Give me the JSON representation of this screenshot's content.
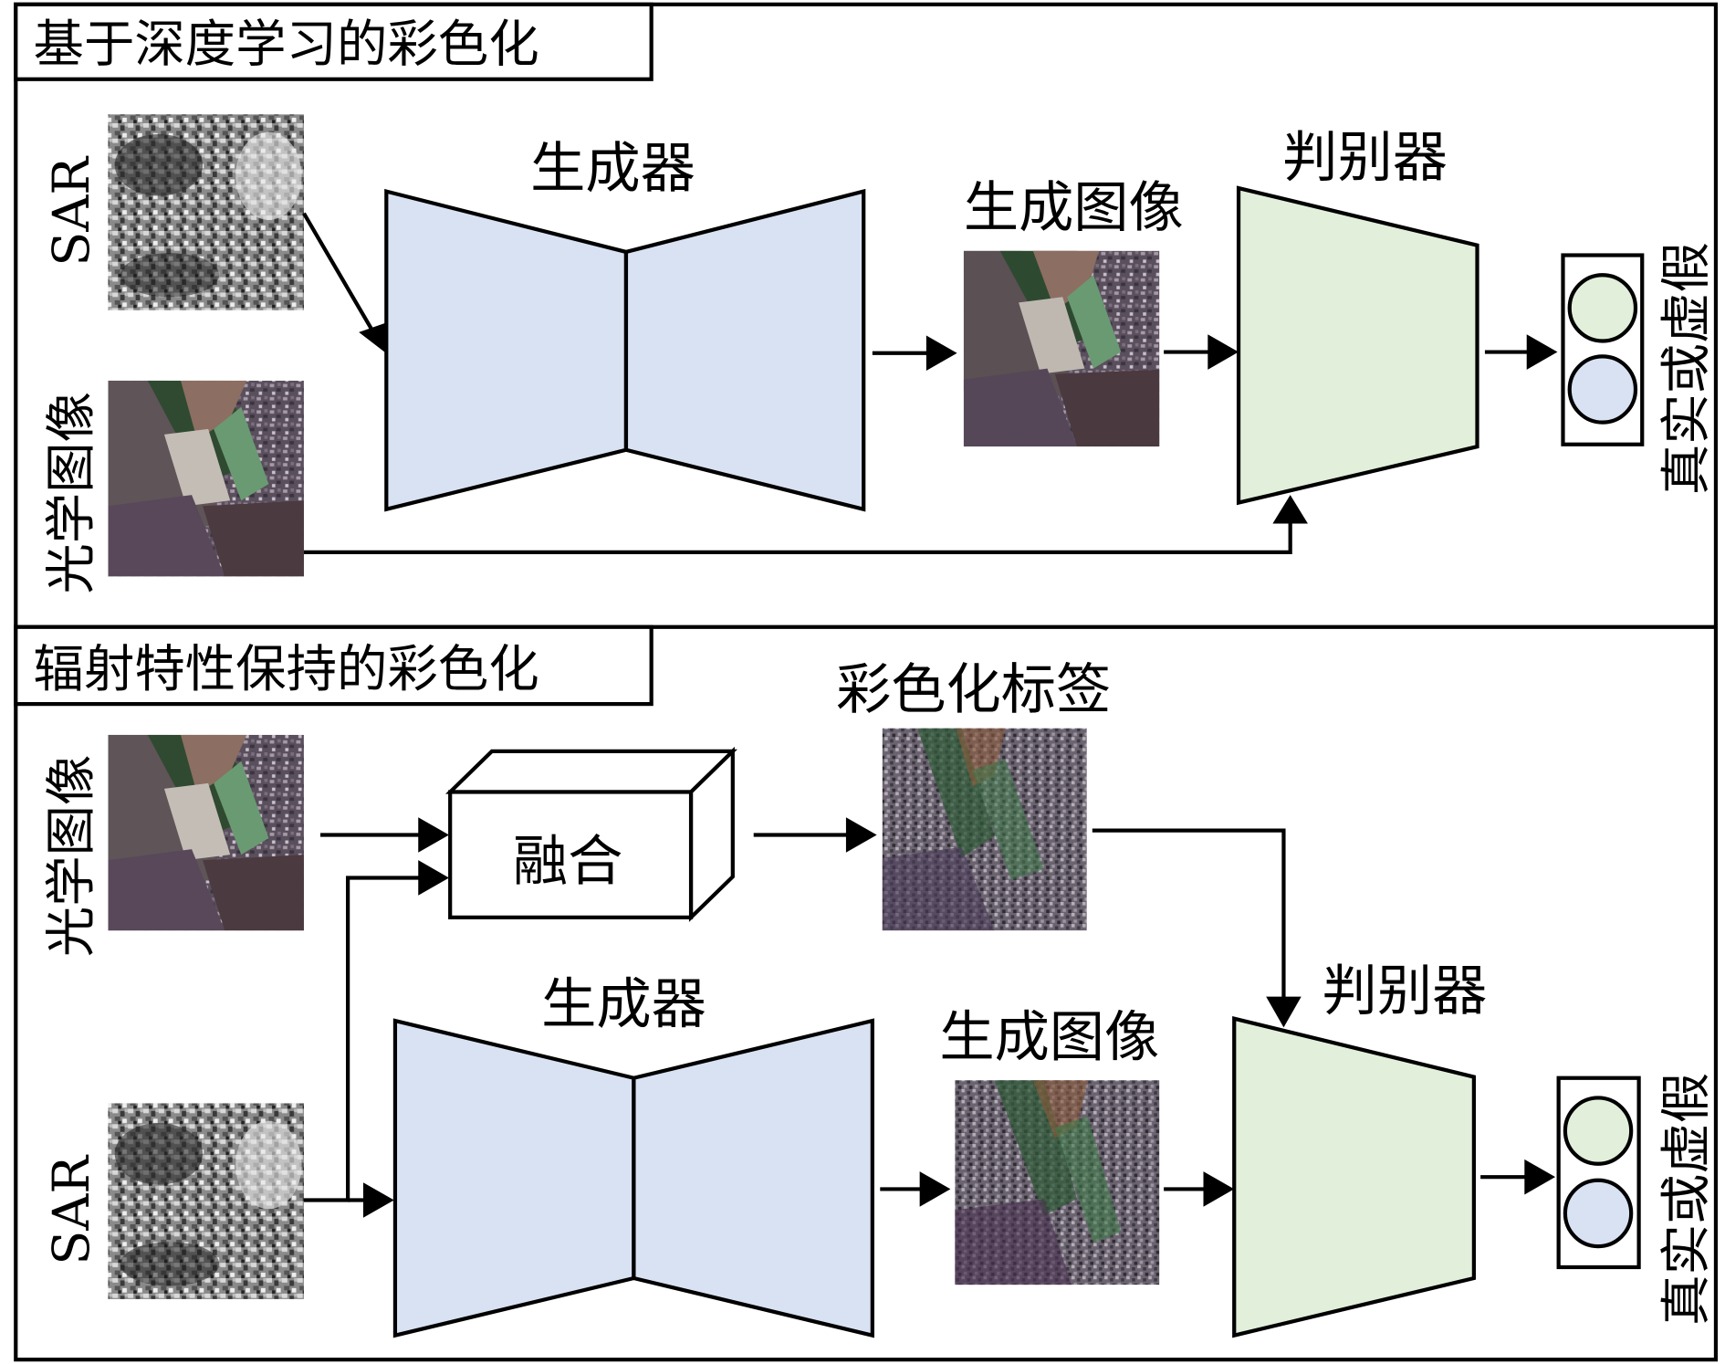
{
  "panels": [
    {
      "id": "dl",
      "title": "基于深度学习的彩色化",
      "inputs": {
        "sar": "SAR",
        "optical": "光学图像"
      },
      "generator_label": "生成器",
      "generated_label": "生成图像",
      "discriminator_label": "判别器",
      "output_label": "真实或虚假"
    },
    {
      "id": "rp",
      "title": "辐射特性保持的彩色化",
      "inputs": {
        "sar": "SAR",
        "optical": "光学图像"
      },
      "fusion_label": "融合",
      "color_label_title": "彩色化标签",
      "generator_label": "生成器",
      "generated_label": "生成图像",
      "discriminator_label": "判别器",
      "output_label": "真实或虚假"
    }
  ],
  "colors": {
    "generator_fill": "#d9e2f3",
    "discriminator_fill": "#e2efda",
    "real_circle": "#e2efda",
    "fake_circle": "#d9e2f3"
  },
  "icons": {
    "sar_image": "sar-grayscale-thumbnail",
    "optical_image": "optical-rgb-thumbnail",
    "generated_image": "generated-rgb-thumbnail",
    "color_label_image": "color-label-thumbnail"
  }
}
